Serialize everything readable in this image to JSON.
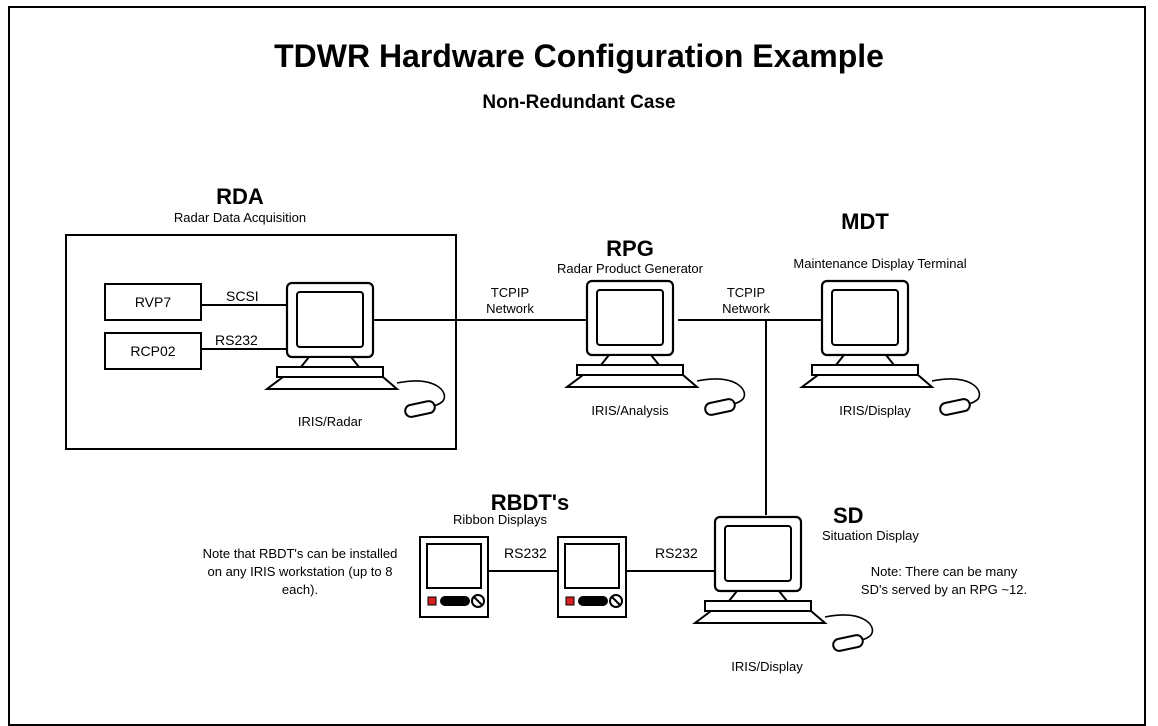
{
  "title": "TDWR Hardware Configuration Example",
  "subtitle": "Non-Redundant Case",
  "rda": {
    "heading": "RDA",
    "caption": "Radar Data Acquisition",
    "workstation_label": "IRIS/Radar"
  },
  "rvp7": {
    "label": "RVP7",
    "link_label": "SCSI"
  },
  "rcp02": {
    "label": "RCP02",
    "link_label": "RS232"
  },
  "network_left": {
    "line1": "TCPIP",
    "line2": "Network"
  },
  "network_right": {
    "line1": "TCPIP",
    "line2": "Network"
  },
  "rpg": {
    "heading": "RPG",
    "caption": "Radar Product Generator",
    "workstation_label": "IRIS/Analysis"
  },
  "mdt": {
    "heading": "MDT",
    "caption": "Maintenance Display Terminal",
    "workstation_label": "IRIS/Display"
  },
  "sd": {
    "heading": "SD",
    "caption": "Situation Display",
    "workstation_label": "IRIS/Display"
  },
  "rbdt": {
    "heading": "RBDT's",
    "caption": "Ribbon Displays"
  },
  "rs232_left": "RS232",
  "rs232_right": "RS232",
  "note_rbdt": "Note that RBDT's can be installed on any IRIS workstation (up to 8 each).",
  "note_sd": "Note: There can be many SD's served by an RPG ~12."
}
